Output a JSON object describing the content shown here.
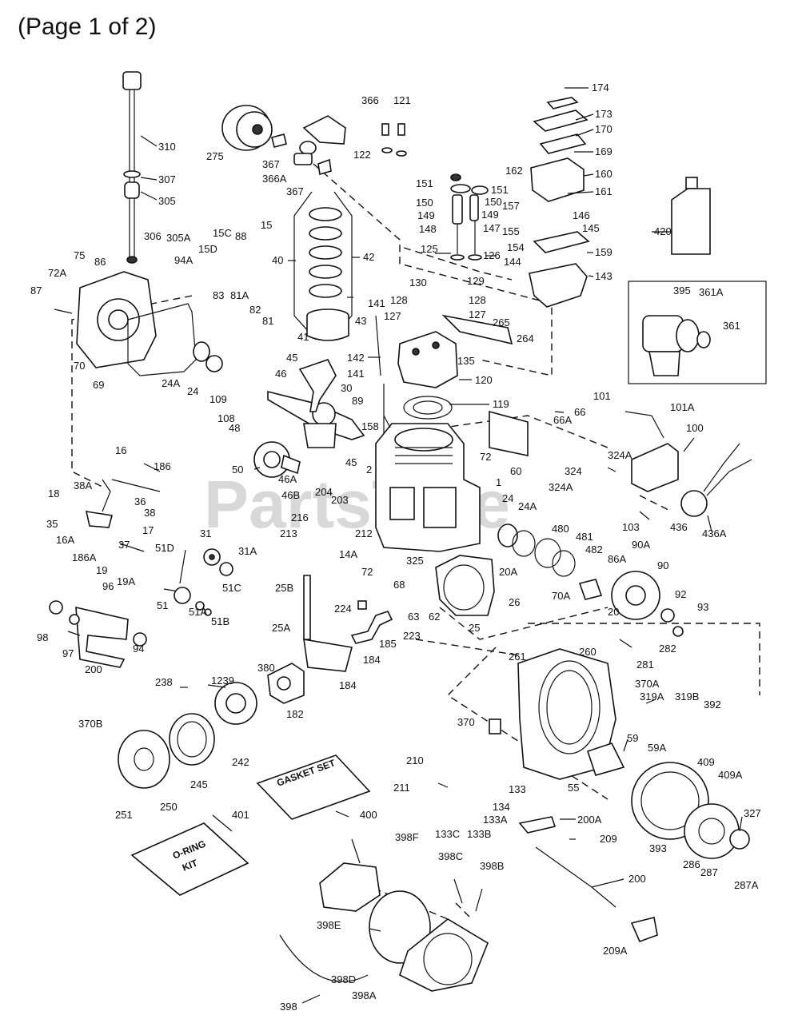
{
  "page_title": "(Page 1 of 2)",
  "watermark": "PartsTree",
  "kit_labels": {
    "gasket_set": "GASKET SET",
    "o_ring_kit_line1": "O-RING",
    "o_ring_kit_line2": "KIT"
  },
  "callouts": {
    "c174": "174",
    "c173": "173",
    "c170": "170",
    "c169": "169",
    "c160": "160",
    "c162": "162",
    "c161": "161",
    "c157": "157",
    "c146": "146",
    "c145": "145",
    "c155": "155",
    "c154": "154",
    "c144": "144",
    "c159": "159",
    "c143": "143",
    "c420": "420",
    "c366": "366",
    "c275": "275",
    "c367a": "367",
    "c366A": "366A",
    "c367b": "367",
    "c121": "121",
    "c122": "122",
    "c310": "310",
    "c307": "307",
    "c305": "305",
    "c306": "306",
    "c305A": "305A",
    "c94A": "94A",
    "c15C": "15C",
    "c88": "88",
    "c15": "15",
    "c15D": "15D",
    "c40": "40",
    "c42": "42",
    "c151a": "151",
    "c151b": "151",
    "c150a": "150",
    "c150b": "150",
    "c149a": "149",
    "c149b": "149",
    "c148": "148",
    "c147": "147",
    "c125": "125",
    "c126": "126",
    "c395": "395",
    "c361A": "361A",
    "c361": "361",
    "c75": "75",
    "c86": "86",
    "c72A": "72A",
    "c87": "87",
    "c83": "83",
    "c81A": "81A",
    "c82": "82",
    "c81": "81",
    "c70": "70",
    "c69": "69",
    "c41": "41",
    "c43": "43",
    "c130": "130",
    "c129": "129",
    "c128a": "128",
    "c128b": "128",
    "c127a": "127",
    "c127b": "127",
    "c141a": "141",
    "c265": "265",
    "c264": "264",
    "c142": "142",
    "c135": "135",
    "c141b": "141",
    "c120": "120",
    "c24A": "24A",
    "c24": "24",
    "c45a": "45",
    "c46": "46",
    "c30": "30",
    "c109": "109",
    "c89": "89",
    "c108": "108",
    "c119": "119",
    "c48": "48",
    "c158": "158",
    "c66A": "66A",
    "c66": "66",
    "c101": "101",
    "c101A": "101A",
    "c100": "100",
    "c60": "60",
    "c16": "16",
    "c186": "186",
    "c50": "50",
    "c46A": "46A",
    "c45b": "45",
    "c46B": "46B",
    "c2": "2",
    "c72a": "72",
    "c324A": "324A",
    "c324": "324",
    "c324Ab": "324A",
    "c38A": "38A",
    "c18": "18",
    "c36": "36",
    "c38": "38",
    "c204": "204",
    "c203": "203",
    "c1": "1",
    "c24b": "24",
    "c24Ab": "24A",
    "c35": "35",
    "c16A": "16A",
    "c17": "17",
    "c216": "216",
    "c480": "480",
    "c103": "103",
    "c436": "436",
    "c436A": "436A",
    "c37": "37",
    "c31": "31",
    "c213": "213",
    "c212": "212",
    "c481": "481",
    "c186A": "186A",
    "c19": "19",
    "c19A": "19A",
    "c51D": "51D",
    "c31A": "31A",
    "c14A": "14A",
    "c482": "482",
    "c90A": "90A",
    "c72b": "72",
    "c325": "325",
    "c20A": "20A",
    "c86A": "86A",
    "c90": "90",
    "c96": "96",
    "c51C": "51C",
    "c25B": "25B",
    "c68": "68",
    "c70A": "70A",
    "c92": "92",
    "c93": "93",
    "c20": "20",
    "c224": "224",
    "c63": "63",
    "c62": "62",
    "c26": "26",
    "c51": "51",
    "c51A": "51A",
    "c25": "25",
    "c223": "223",
    "c98": "98",
    "c97": "97",
    "c94": "94",
    "c200a": "200",
    "c25A": "25A",
    "c51B": "51B",
    "c185": "185",
    "c184a": "184",
    "c282": "282",
    "c261": "261",
    "c260": "260",
    "c281": "281",
    "c238": "238",
    "c1239": "1239",
    "c380": "380",
    "c184b": "184",
    "c370A": "370A",
    "c182": "182",
    "c319A": "319A",
    "c319B": "319B",
    "c392": "392",
    "c370B": "370B",
    "c370": "370",
    "c59": "59",
    "c59A": "59A",
    "c242": "242",
    "c245": "245",
    "c210": "210",
    "c55": "55",
    "c409": "409",
    "c409A": "409A",
    "c211": "211",
    "c133": "133",
    "c251": "251",
    "c250": "250",
    "c134": "134",
    "c327": "327",
    "c400": "400",
    "c401": "401",
    "c133A": "133A",
    "c200A": "200A",
    "c133C": "133C",
    "c133B": "133B",
    "c209a": "209",
    "c393": "393",
    "c286": "286",
    "c287": "287",
    "c287A": "287A",
    "c398F": "398F",
    "c398C": "398C",
    "c398B": "398B",
    "c200b": "200",
    "c398E": "398E",
    "c209A": "209A",
    "c398D": "398D",
    "c398A": "398A",
    "c398": "398"
  }
}
